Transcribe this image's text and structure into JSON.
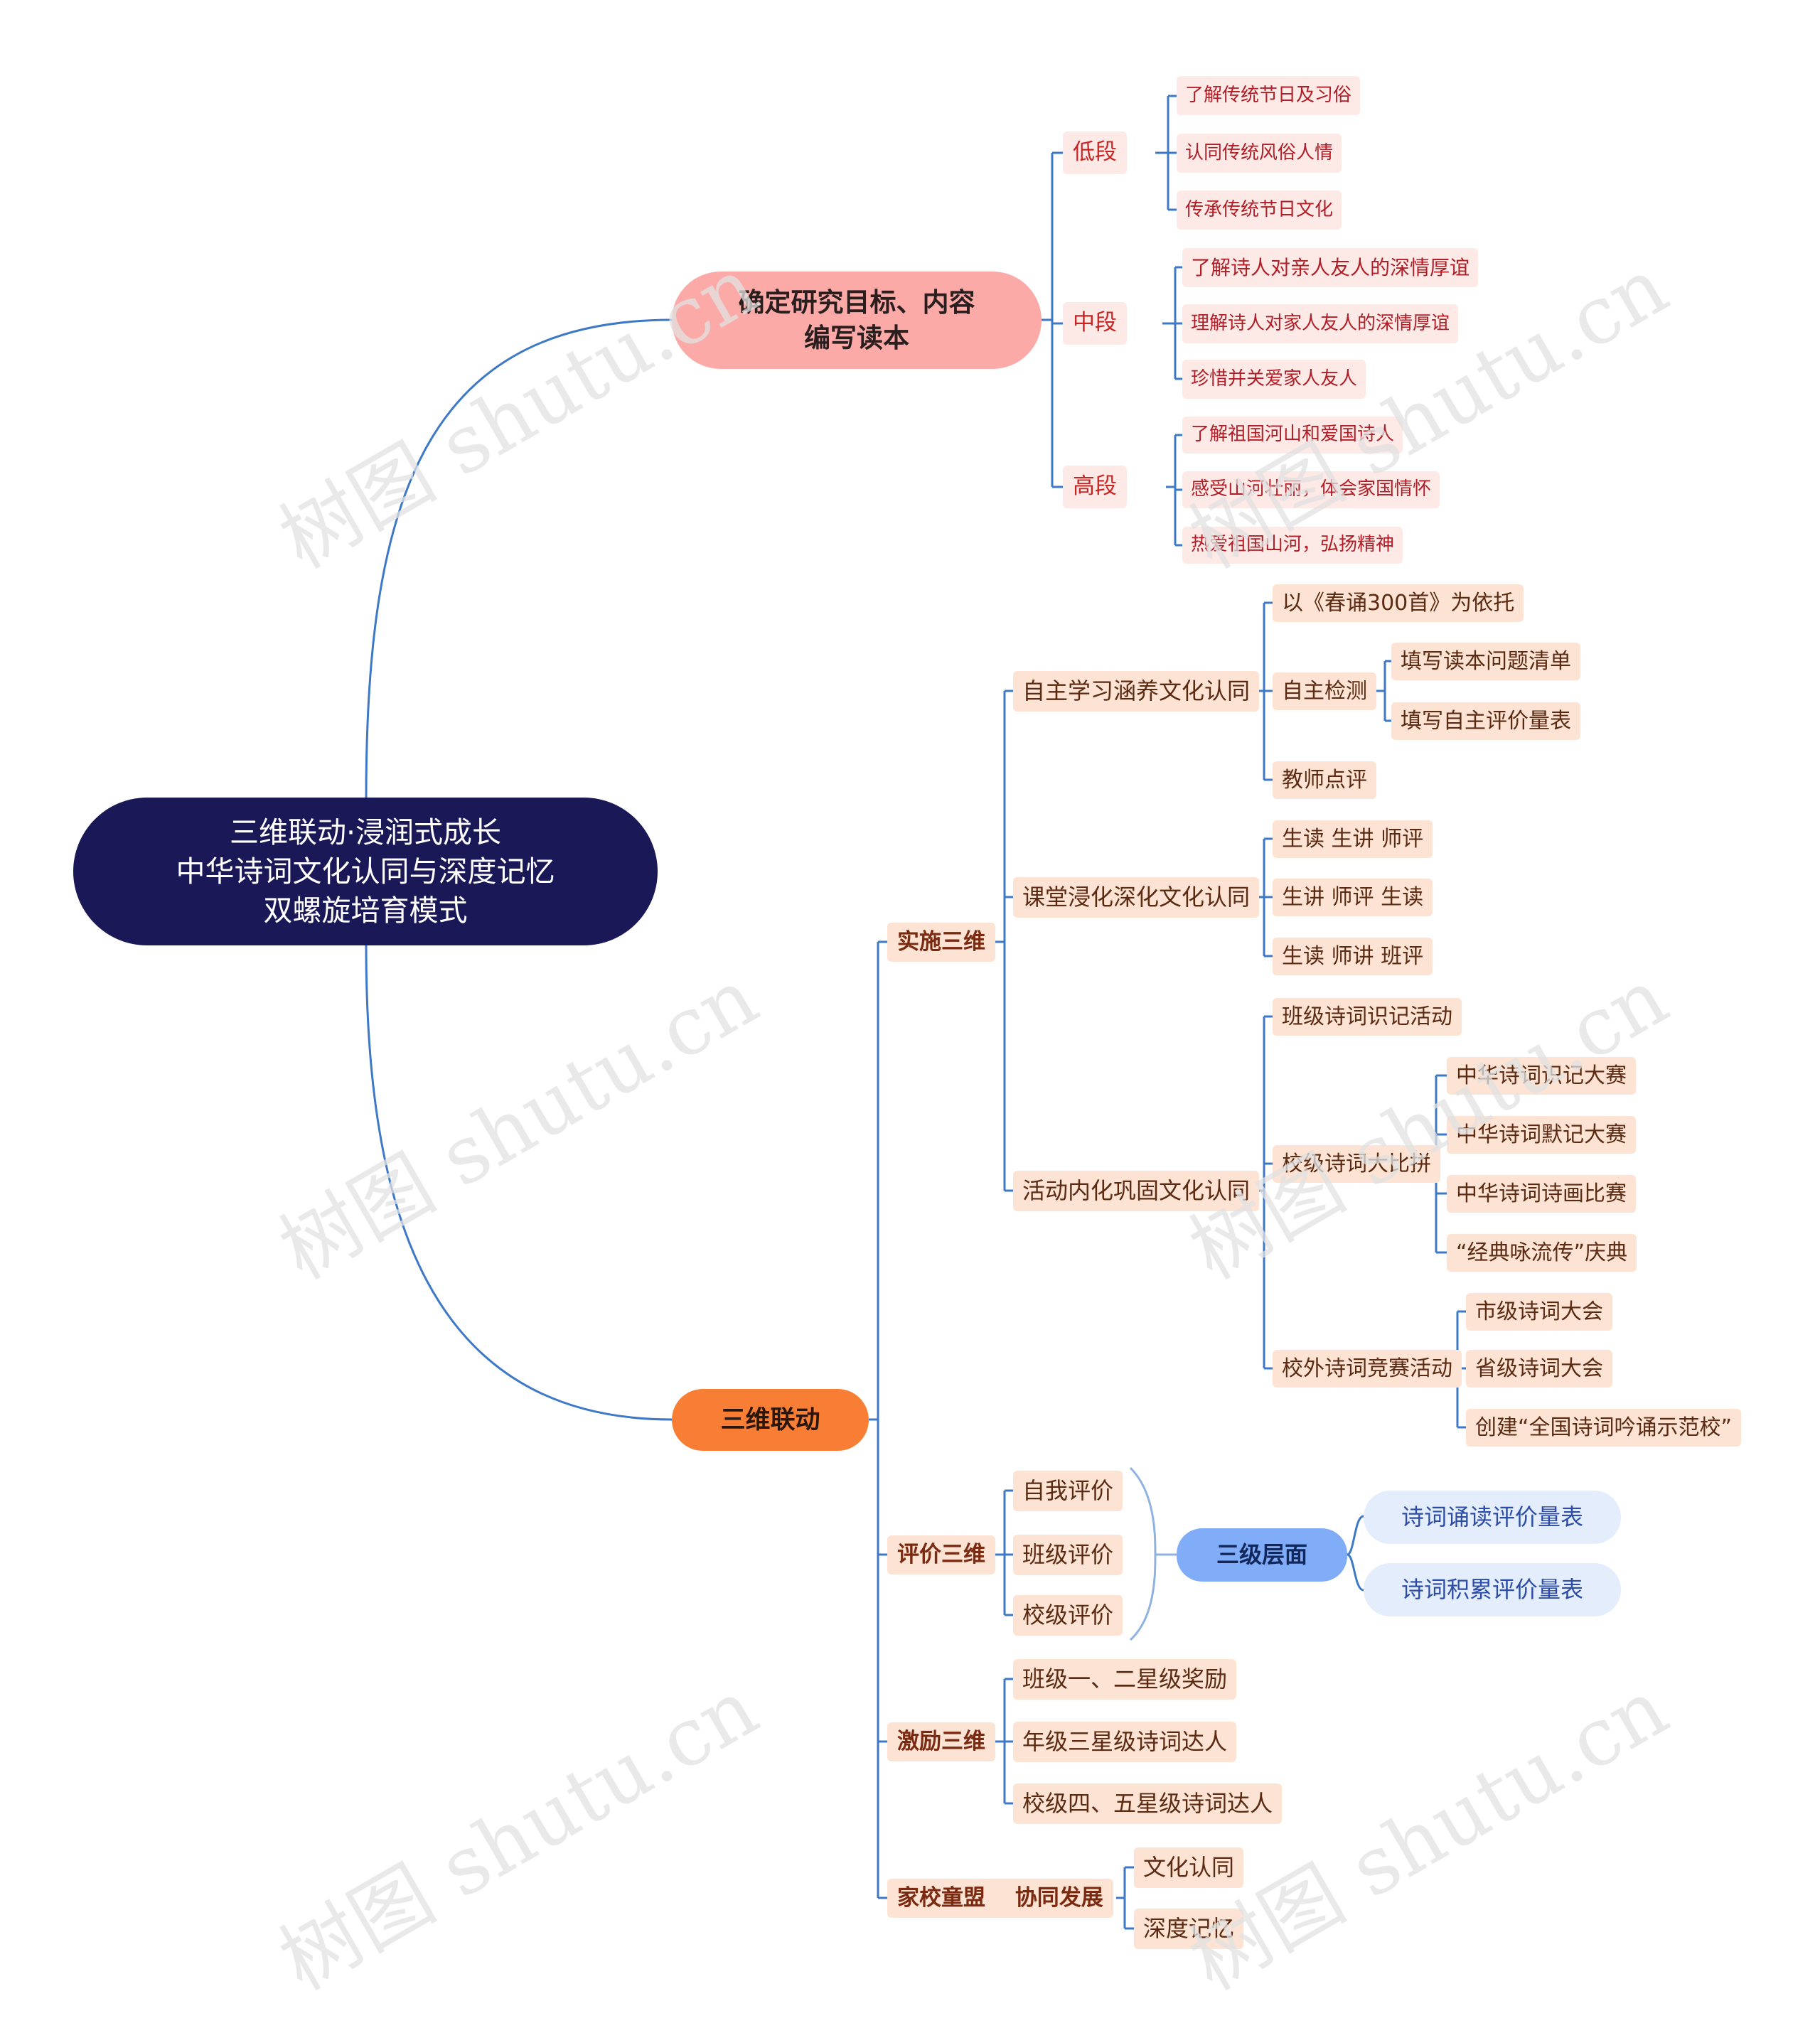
{
  "root": {
    "lines": [
      "三维联动·浸润式成长",
      "中华诗词文化认同与深度记忆",
      "双螺旋培育模式"
    ]
  },
  "branch1": {
    "lines": [
      "确定研究目标、内容",
      "编写读本"
    ],
    "low": {
      "label": "低段",
      "items": [
        "了解传统节日及习俗",
        "认同传统风俗人情",
        "传承传统节日文化"
      ]
    },
    "mid": {
      "label": "中段",
      "items": [
        "了解诗人对亲人友人的深情厚谊",
        "理解诗人对家人友人的深情厚谊",
        "珍惜并关爱家人友人"
      ]
    },
    "high": {
      "label": "高段",
      "items": [
        "了解祖国河山和爱国诗人",
        "感受山河壮丽，体会家国情怀",
        "热爱祖国山河，弘扬精神"
      ]
    }
  },
  "branch2": {
    "label": "三维联动",
    "impl": {
      "label": "实施三维",
      "self_study": {
        "label": "自主学习涵养文化认同",
        "basis": "以《春诵300首》为依托",
        "self_check": {
          "label": "自主检测",
          "items": [
            "填写读本问题清单",
            "填写自主评价量表"
          ]
        },
        "teacher": "教师点评"
      },
      "classroom": {
        "label": "课堂浸化深化文化认同",
        "items": [
          "生读 生讲 师评",
          "生讲 师评 生读",
          "生读 师讲 班评"
        ]
      },
      "activity": {
        "label": "活动内化巩固文化认同",
        "class_act": "班级诗词识记活动",
        "school": {
          "label": "校级诗词大比拼",
          "items": [
            "中华诗词识记大赛",
            "中华诗词默记大赛",
            "中华诗词诗画比赛",
            "“经典咏流传”庆典"
          ]
        },
        "outside": {
          "label": "校外诗词竞赛活动",
          "items": [
            "市级诗词大会",
            "省级诗词大会",
            "创建“全国诗词吟诵示范校”"
          ]
        }
      }
    },
    "eval": {
      "label": "评价三维",
      "items": [
        "自我评价",
        "班级评价",
        "校级评价"
      ],
      "levels": {
        "label": "三级层面",
        "items": [
          "诗词诵读评价量表",
          "诗词积累评价量表"
        ]
      }
    },
    "incentive": {
      "label": "激励三维",
      "items": [
        "班级一、二星级奖励",
        "年级三星级诗词达人",
        "校级四、五星级诗词达人"
      ]
    },
    "home": {
      "label": "家校童盟　 协同发展",
      "items": [
        "文化认同",
        "深度记忆"
      ]
    }
  },
  "watermark": "树图 shutu.cn",
  "colors": {
    "root": "#1b1857",
    "branch1": "#fbaaa8",
    "branch2": "#f77e34",
    "line": "#3d79c6",
    "node": "#fde3d3",
    "blue": "#80acf8",
    "pale": "#e4edfb"
  }
}
